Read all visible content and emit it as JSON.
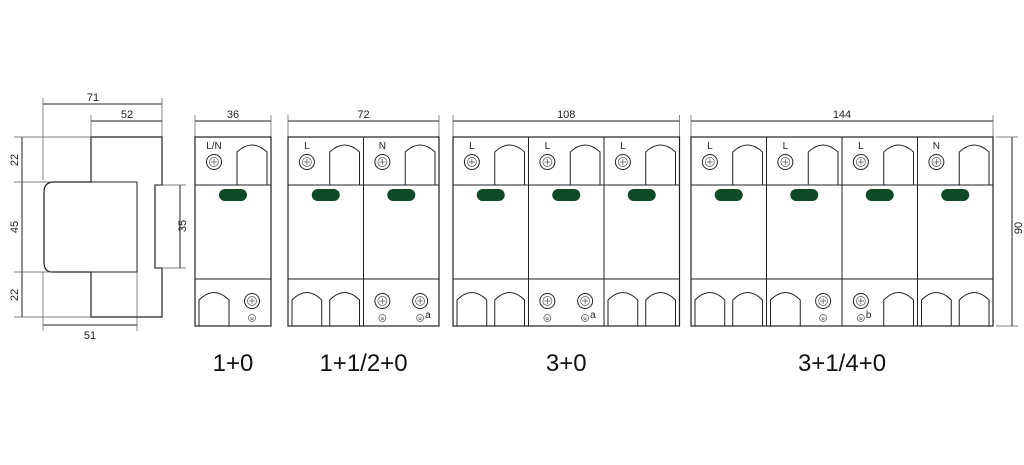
{
  "side_view": {
    "dims": {
      "top_total": "71",
      "top_inner": "52",
      "bottom": "51",
      "left_top": "22",
      "left_mid": "45",
      "left_bottom": "22",
      "right_rail": "35"
    }
  },
  "units": [
    {
      "id": "u1",
      "width_label": "36",
      "config": "1+0",
      "top_labels": [
        "L/N"
      ],
      "top_screws": [
        0
      ],
      "bottom_screws": [
        1
      ],
      "ground_suffix": ""
    },
    {
      "id": "u2",
      "width_label": "72",
      "config": "1+1/2+0",
      "top_labels": [
        "L",
        "N"
      ],
      "top_screws": [
        0,
        2
      ],
      "bottom_screws": [
        2,
        3
      ],
      "ground_suffix": "a"
    },
    {
      "id": "u3",
      "width_label": "108",
      "config": "3+0",
      "top_labels": [
        "L",
        "L",
        "L"
      ],
      "top_screws": [
        0,
        2,
        4
      ],
      "bottom_screws": [
        2,
        3
      ],
      "ground_suffix": "a"
    },
    {
      "id": "u4",
      "width_label": "144",
      "config": "3+1/4+0",
      "top_labels": [
        "L",
        "L",
        "L",
        "N"
      ],
      "top_screws": [
        0,
        2,
        4,
        6
      ],
      "bottom_screws": [
        3,
        4
      ],
      "ground_suffix": "b"
    }
  ],
  "height_label": "90",
  "indicator_color": "#0f4a26"
}
